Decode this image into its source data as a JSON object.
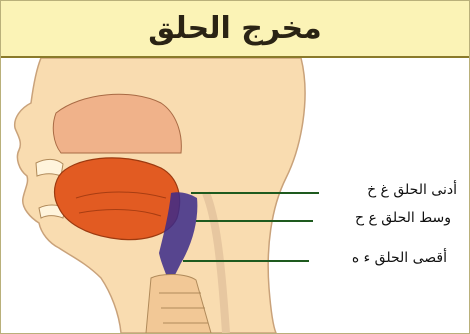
{
  "title": "مخرج الحلق",
  "labels": [
    {
      "name": "upper-throat",
      "text": "أدنى الحلق  غ خ"
    },
    {
      "name": "middle-throat",
      "text": "وسط الحلق  ع ح"
    },
    {
      "name": "lower-throat",
      "text": "أقصى الحلق  ء ه"
    }
  ],
  "colors": {
    "skin": "#f9dcb0",
    "skin_outline": "#c9a27a",
    "tongue": "#e25b22",
    "palate": "#f0b28a",
    "throat_highlight": "#3b2a8a",
    "leader_line": "#1e5a1e",
    "title_bg": "#fbf3b6"
  }
}
